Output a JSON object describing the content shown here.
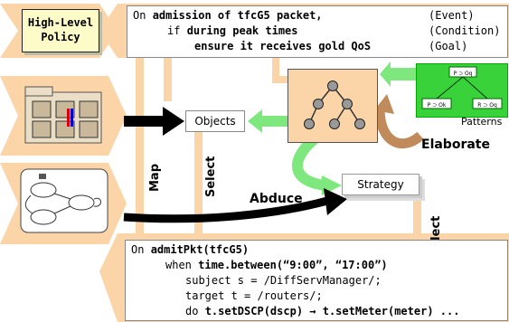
{
  "policy": {
    "badge": "High-Level\nPolicy",
    "line1": {
      "prefix": "On ",
      "bold": "admission of tfcG5 packet,",
      "tag": "(Event)"
    },
    "line2": {
      "prefix": "if ",
      "bold": "during peak times",
      "tag": "(Condition)"
    },
    "line3": {
      "bold": "ensure it receives gold QoS",
      "tag": "(Goal)"
    }
  },
  "nodes": {
    "objects": "Objects",
    "strategy": "Strategy",
    "patterns": "Patterns",
    "pattern_top": "P ⊃ Oq",
    "pattern_left": "P ⊃ Ok",
    "pattern_right": "R ⊃ Oq"
  },
  "labels": {
    "map": "Map",
    "select_left": "Select",
    "select_right": "Select",
    "abduce": "Abduce",
    "elaborate": "Elaborate"
  },
  "code": {
    "line1_prefix": "On ",
    "line1_bold": "admitPkt(tfcG5)",
    "line2_prefix": "when ",
    "line2_bold": "time.between(“9:00”, “17:00”)",
    "line3": "subject s = /DiffServManager/;",
    "line4": "target  t = /routers/;",
    "line5_prefix": "do   ",
    "line5_bold": "t.setDSCP(dscp) → t.setMeter(meter) ..."
  },
  "colors": {
    "peach": "#fbd4a8",
    "light_green": "#7ee87e",
    "pattern_green": "#3ad23a",
    "arrow_black": "#000000",
    "elaborate_brown": "#c08a5a"
  }
}
